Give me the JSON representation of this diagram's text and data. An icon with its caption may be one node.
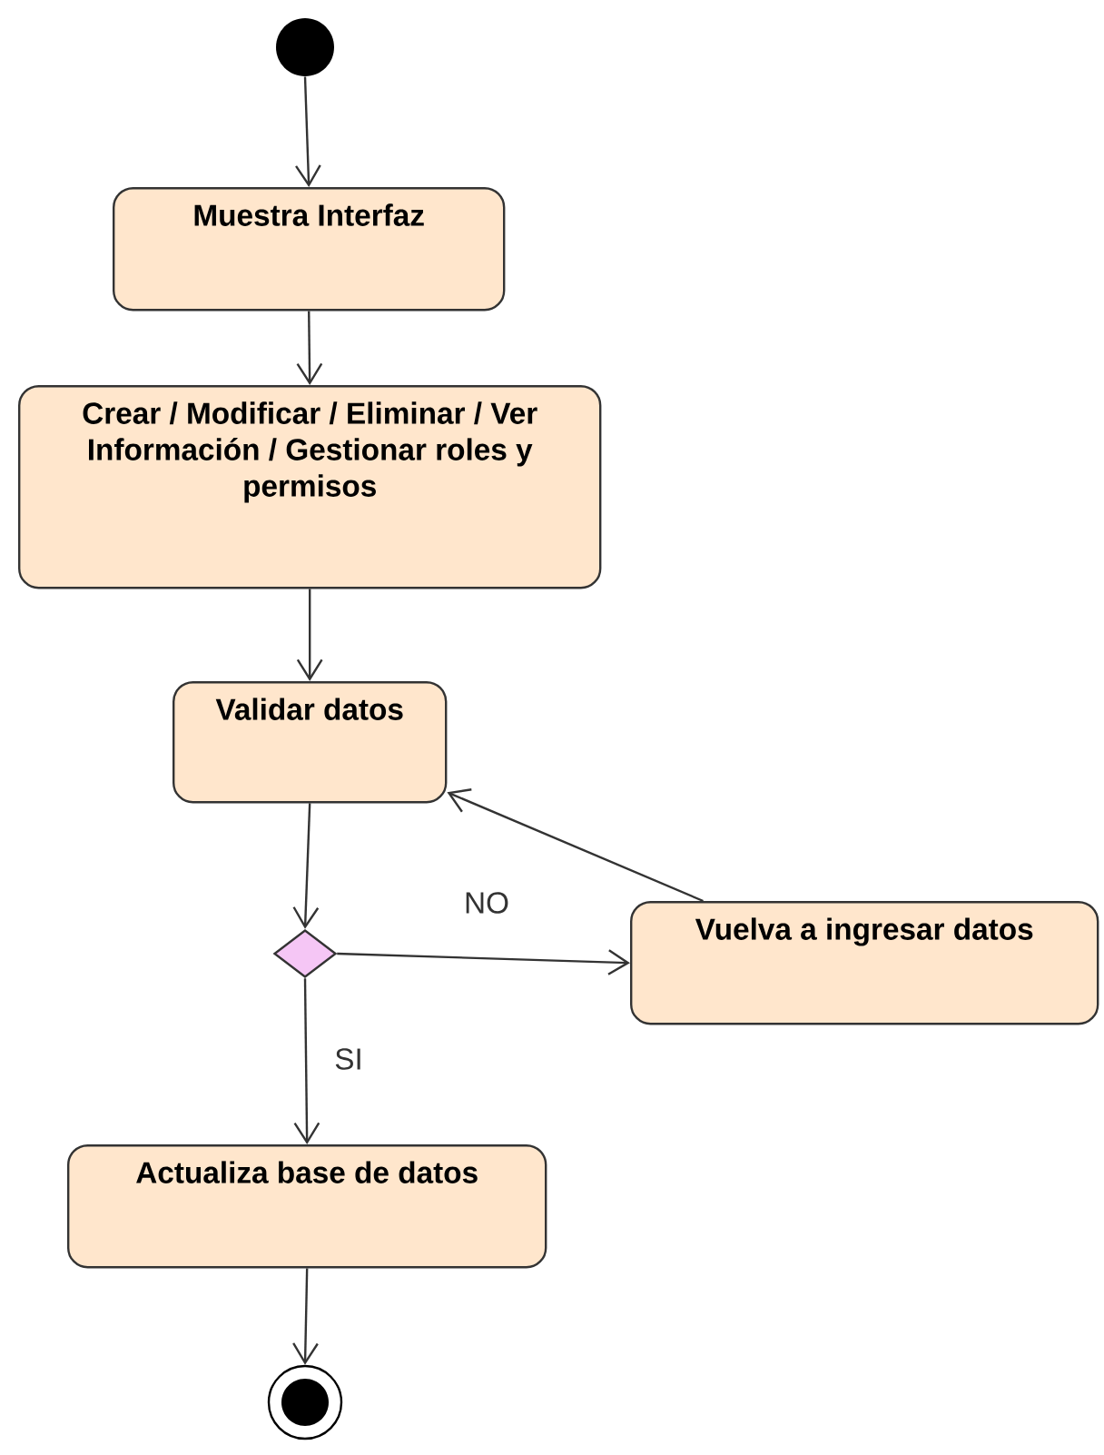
{
  "diagram": {
    "nodes": [
      {
        "text": [],
        "shape": "circle"
      },
      {
        "text": [
          "Muestra Interfaz"
        ]
      },
      {
        "text": [
          "Crear / Modificar / Eliminar / Ver Información / Gestionar roles y permisos"
        ]
      },
      {
        "text": [
          "Validar datos"
        ]
      },
      {
        "text": [],
        "shape": "diamond"
      },
      {
        "text": [
          "Vuelva a ingresar datos"
        ]
      },
      {
        "text": [
          "Actualiza base de datos"
        ]
      },
      {
        "text": [],
        "shape": "bullseye"
      }
    ],
    "edges": [
      {
        "from": 0,
        "to": 1,
        "arrow": "to"
      },
      {
        "from": 1,
        "to": 2,
        "arrow": "to"
      },
      {
        "from": 2,
        "to": 3,
        "arrow": "to"
      },
      {
        "from": 3,
        "to": 4,
        "arrow": "to"
      },
      {
        "from": 4,
        "to": 5,
        "arrow": "to",
        "label": "NO"
      },
      {
        "from": 5,
        "to": 3,
        "arrow": "to"
      },
      {
        "from": 4,
        "to": 6,
        "arrow": "to",
        "label": "SI"
      },
      {
        "from": 6,
        "to": 7,
        "arrow": "to"
      }
    ]
  }
}
